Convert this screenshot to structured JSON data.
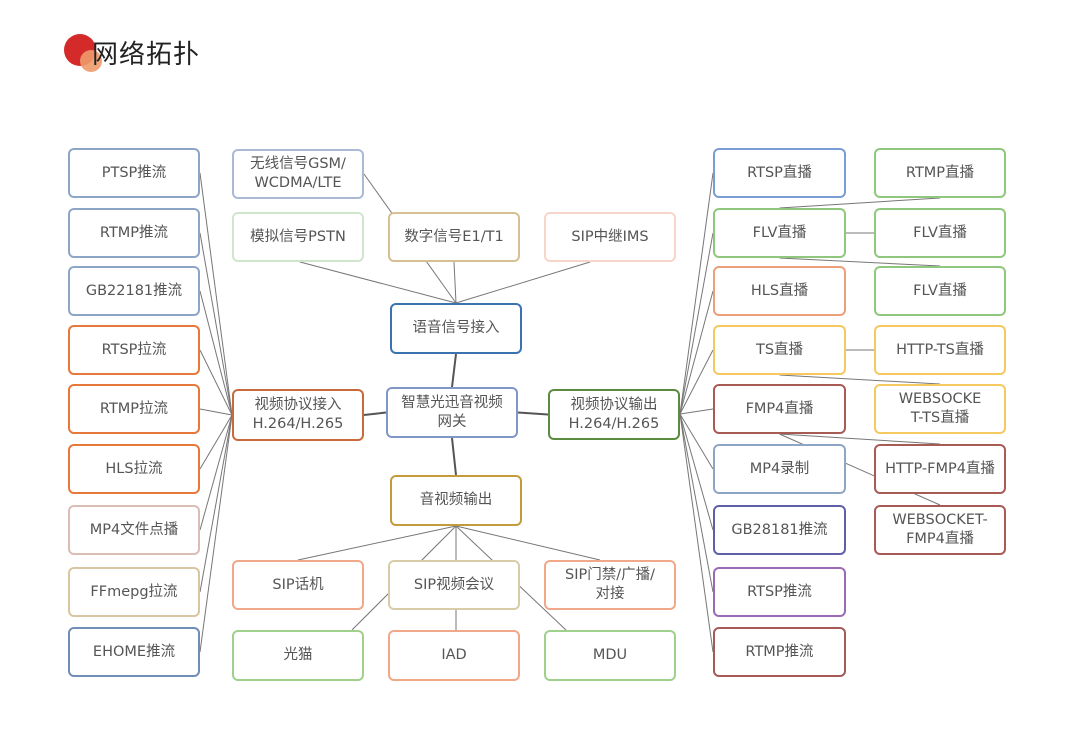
{
  "header": {
    "title": "网络拓扑",
    "logo_colors": [
      "#d42a2a",
      "#ee9a6a"
    ]
  },
  "nodes": [
    {
      "id": "l0",
      "label": "PTSP推流",
      "color": "#8ea6c6"
    },
    {
      "id": "l1",
      "label": "RTMP推流",
      "color": "#8ea6c6"
    },
    {
      "id": "l2",
      "label": "GB22181推流",
      "color": "#8ea6c6"
    },
    {
      "id": "l3",
      "label": "RTSP拉流",
      "color": "#e8773a"
    },
    {
      "id": "l4",
      "label": "RTMP拉流",
      "color": "#e8773a"
    },
    {
      "id": "l5",
      "label": "HLS拉流",
      "color": "#e8773a"
    },
    {
      "id": "l6",
      "label": "MP4文件点播",
      "color": "#dbbdb5"
    },
    {
      "id": "l7",
      "label": "FFmepg拉流",
      "color": "#d8c6a0"
    },
    {
      "id": "l8",
      "label": "EHOME推流",
      "color": "#6f8db5"
    },
    {
      "id": "wireless",
      "label": "无线信号GSM/\nWCDMA/LTE",
      "color": "#a9b9d6"
    },
    {
      "id": "pstn",
      "label": "模拟信号PSTN",
      "color": "#cfe6cc"
    },
    {
      "id": "e1",
      "label": "数字信号E1/T1",
      "color": "#d6bf93"
    },
    {
      "id": "ims",
      "label": "SIP中继IMS",
      "color": "#f7d5c8"
    },
    {
      "id": "voice",
      "label": "语音信号接入",
      "color": "#3a73b0"
    },
    {
      "id": "gateway",
      "label": "智慧光迅音视频\n网关",
      "color": "#7f97c7"
    },
    {
      "id": "vin",
      "label": "视频协议接入\nH.264/H.265",
      "color": "#c96a3c"
    },
    {
      "id": "vout",
      "label": "视频协议输出\nH.264/H.265",
      "color": "#5b8b3e"
    },
    {
      "id": "avout",
      "label": "音视频输出",
      "color": "#c49a3a"
    },
    {
      "id": "sipphone",
      "label": "SIP话机",
      "color": "#f0a888"
    },
    {
      "id": "sipconf",
      "label": "SIP视频会议",
      "color": "#d8cca8"
    },
    {
      "id": "sipdoor",
      "label": "SIP门禁/广播/\n对接",
      "color": "#f0a888"
    },
    {
      "id": "ont",
      "label": "光猫",
      "color": "#9fd08c"
    },
    {
      "id": "iad",
      "label": "IAD",
      "color": "#f0a888"
    },
    {
      "id": "mdu",
      "label": "MDU",
      "color": "#9fd08c"
    },
    {
      "id": "r0",
      "label": "RTSP直播",
      "color": "#7b9dd6"
    },
    {
      "id": "r1",
      "label": "FLV直播",
      "color": "#8fc77d"
    },
    {
      "id": "r2",
      "label": "HLS直播",
      "color": "#eba07a"
    },
    {
      "id": "r3",
      "label": "TS直播",
      "color": "#f5c860"
    },
    {
      "id": "r4",
      "label": "FMP4直播",
      "color": "#a85a55"
    },
    {
      "id": "r5",
      "label": "MP4录制",
      "color": "#8ea6c6"
    },
    {
      "id": "r6",
      "label": "GB28181推流",
      "color": "#5f5fa8"
    },
    {
      "id": "r7",
      "label": "RTSP推流",
      "color": "#9a6ab5"
    },
    {
      "id": "r8",
      "label": "RTMP推流",
      "color": "#a65a55"
    },
    {
      "id": "f0",
      "label": "RTMP直播",
      "color": "#8fc77d"
    },
    {
      "id": "f1",
      "label": "FLV直播",
      "color": "#8fc77d"
    },
    {
      "id": "f2",
      "label": "FLV直播",
      "color": "#8fc77d"
    },
    {
      "id": "f3",
      "label": "HTTP-TS直播",
      "color": "#f5c860"
    },
    {
      "id": "f4",
      "label": "WEBSOCKE\nT-TS直播",
      "color": "#f5c860"
    },
    {
      "id": "f5",
      "label": "HTTP-FMP4直播",
      "color": "#a85a55"
    },
    {
      "id": "f6",
      "label": "WEBSOCKET-\nFMP4直播",
      "color": "#a85a55"
    }
  ],
  "edges": [
    [
      "l0",
      "vin"
    ],
    [
      "l1",
      "vin"
    ],
    [
      "l2",
      "vin"
    ],
    [
      "l3",
      "vin"
    ],
    [
      "l4",
      "vin"
    ],
    [
      "l5",
      "vin"
    ],
    [
      "l6",
      "vin"
    ],
    [
      "l7",
      "vin"
    ],
    [
      "l8",
      "vin"
    ],
    [
      "wireless",
      "voice"
    ],
    [
      "pstn",
      "voice"
    ],
    [
      "e1",
      "voice"
    ],
    [
      "ims",
      "voice"
    ],
    [
      "voice",
      "gateway"
    ],
    [
      "gateway",
      "avout"
    ],
    [
      "vin",
      "gateway"
    ],
    [
      "gateway",
      "vout"
    ],
    [
      "vout",
      "r0"
    ],
    [
      "vout",
      "r1"
    ],
    [
      "vout",
      "r2"
    ],
    [
      "vout",
      "r3"
    ],
    [
      "vout",
      "r4"
    ],
    [
      "vout",
      "r5"
    ],
    [
      "vout",
      "r6"
    ],
    [
      "vout",
      "r7"
    ],
    [
      "vout",
      "r8"
    ],
    [
      "r1",
      "f0"
    ],
    [
      "r1",
      "f1"
    ],
    [
      "r1",
      "f2"
    ],
    [
      "r3",
      "f3"
    ],
    [
      "r3",
      "f4"
    ],
    [
      "r4",
      "f5"
    ],
    [
      "r4",
      "f6"
    ],
    [
      "avout",
      "sipphone"
    ],
    [
      "avout",
      "sipconf"
    ],
    [
      "avout",
      "sipdoor"
    ],
    [
      "avout",
      "ont"
    ],
    [
      "avout",
      "iad"
    ],
    [
      "avout",
      "mdu"
    ]
  ]
}
